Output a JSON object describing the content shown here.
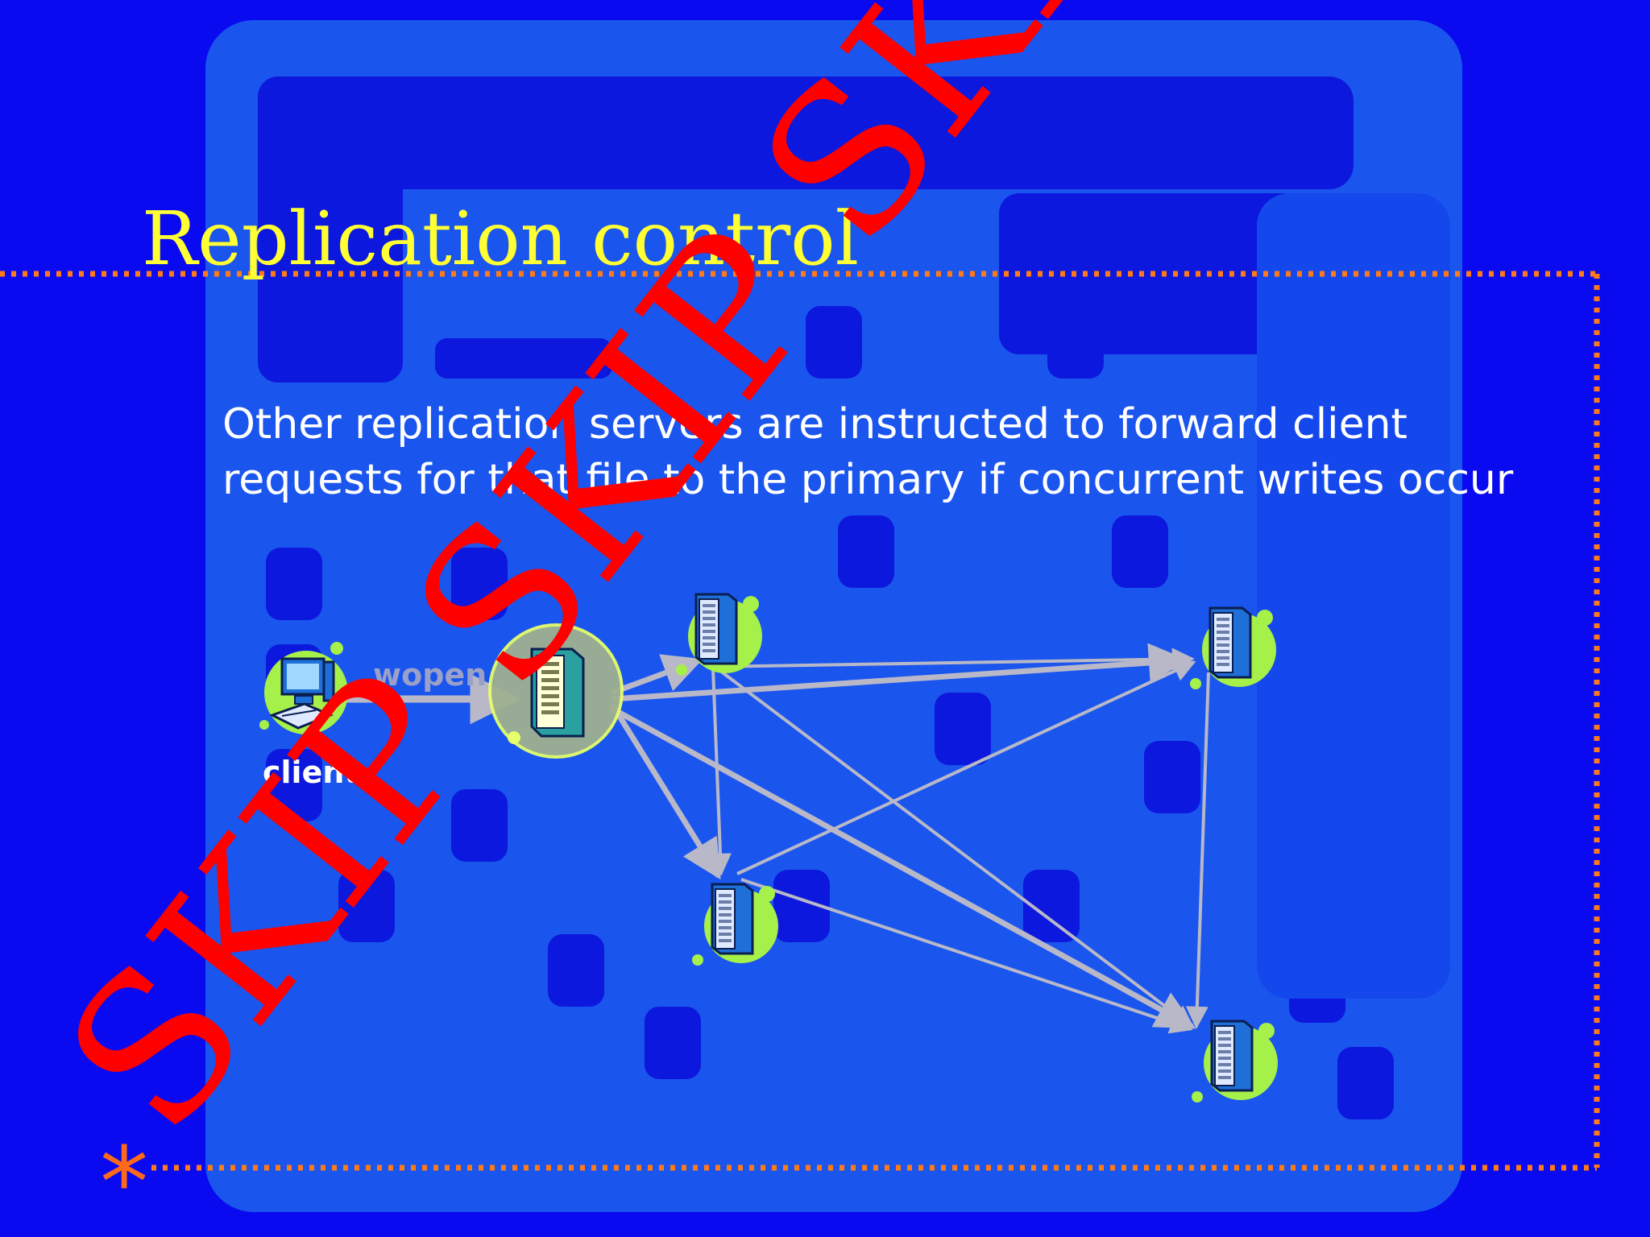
{
  "slide": {
    "title": "Replication control",
    "body_lines": [
      "Other replication servers are instructed to forward client",
      "requests for that file to the primary if concurrent writes occur"
    ],
    "bullet_symbol": "*"
  },
  "diagram": {
    "client_label": "client",
    "arrow_label": "wopen",
    "nodes": [
      {
        "id": "client",
        "icon": "computer-icon"
      },
      {
        "id": "primary",
        "icon": "server-icon",
        "highlighted": true
      },
      {
        "id": "server-top",
        "icon": "server-icon"
      },
      {
        "id": "server-right-top",
        "icon": "server-icon"
      },
      {
        "id": "server-mid",
        "icon": "server-icon"
      },
      {
        "id": "server-right-bottom",
        "icon": "server-icon"
      }
    ],
    "edges": [
      {
        "from": "client",
        "to": "primary",
        "label": "wopen"
      },
      {
        "from": "primary",
        "to": "server-top"
      },
      {
        "from": "primary",
        "to": "server-right-top"
      },
      {
        "from": "primary",
        "to": "server-mid"
      },
      {
        "from": "primary",
        "to": "server-right-bottom"
      },
      {
        "from": "server-top",
        "to": "server-right-top"
      },
      {
        "from": "server-top",
        "to": "server-mid"
      },
      {
        "from": "server-top",
        "to": "server-right-bottom"
      },
      {
        "from": "server-mid",
        "to": "server-right-top"
      },
      {
        "from": "server-mid",
        "to": "server-right-bottom"
      },
      {
        "from": "server-right-top",
        "to": "server-right-bottom"
      }
    ]
  },
  "watermark": {
    "words": [
      "SKIP",
      "SKIP",
      "SKIP"
    ],
    "color": "#ff0000"
  },
  "colors": {
    "background": "#0a0af0",
    "title": "#ffff33",
    "frame": "#ff7a1a",
    "edge": "#b8b8c8"
  }
}
